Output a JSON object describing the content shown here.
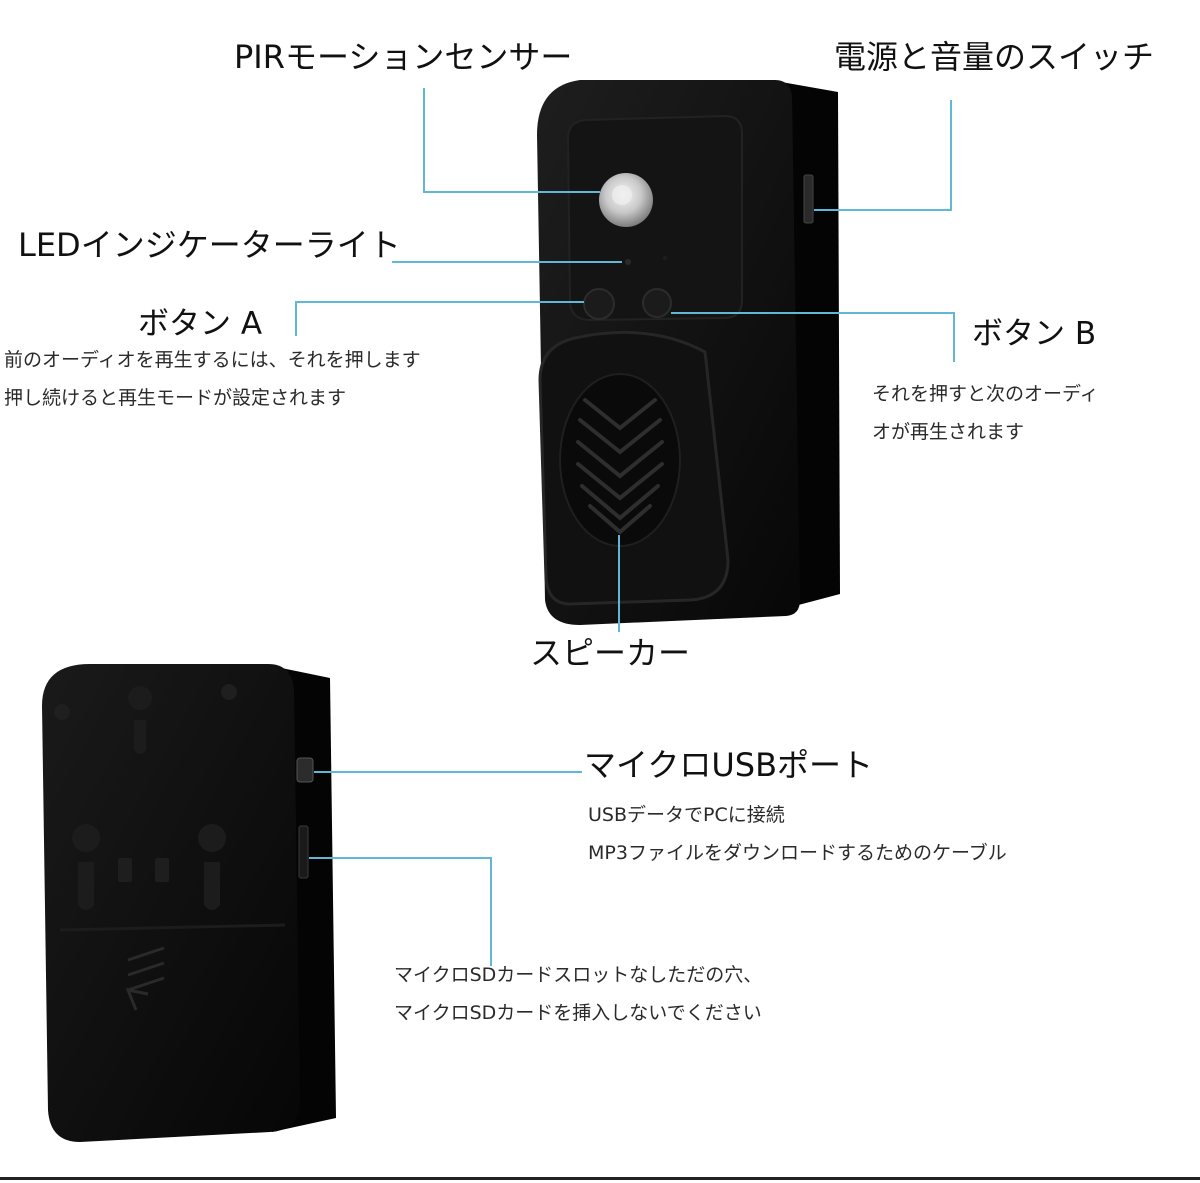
{
  "labels": {
    "pir_sensor": "PIRモーションセンサー",
    "power_volume_switch": "電源と音量のスイッチ",
    "led_indicator": "LEDインジケーターライト",
    "button_a": {
      "title": "ボタン A",
      "line1": "前のオーディオを再生するには、それを押します",
      "line2": "押し続けると再生モードが設定されます"
    },
    "button_b": {
      "title": "ボタン B",
      "line1": "それを押すと次のオーディ",
      "line2": "オが再生されます"
    },
    "speaker": "スピーカー",
    "micro_usb": {
      "title": "マイクロUSBポート",
      "line1": "USBデータでPCに接続",
      "line2": "MP3ファイルをダウンロードするためのケーブル"
    },
    "sd_hole": {
      "line1": "マイクロSDカードスロットなしただの穴、",
      "line2": "マイクロSDカードを挿入しないでください"
    }
  },
  "colors": {
    "leader_line": "#5fb8d8",
    "device_body": "#0c0c0c",
    "device_side": "#050505",
    "background": "#ffffff"
  }
}
